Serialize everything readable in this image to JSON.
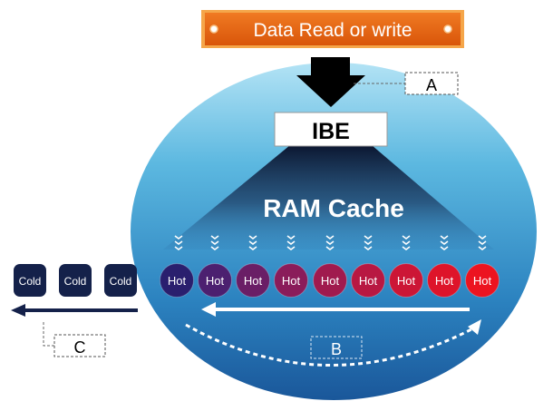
{
  "banner": {
    "label": "Data Read or write"
  },
  "ibe": {
    "label": "IBE"
  },
  "cache": {
    "label": "RAM Cache"
  },
  "hot_items": [
    "Hot",
    "Hot",
    "Hot",
    "Hot",
    "Hot",
    "Hot",
    "Hot",
    "Hot",
    "Hot"
  ],
  "cold_items": [
    "Cold",
    "Cold",
    "Cold"
  ],
  "callouts": {
    "a": "A",
    "b": "B",
    "c": "C"
  },
  "colors": {
    "banner_orange": "#e8620e",
    "banner_border": "#f5a64a",
    "ellipse_top": "#aee1f4",
    "ellipse_bottom": "#1a5d9c",
    "cold_box": "#14214a",
    "arrow_navy": "#14214a",
    "hot_gradient": [
      "#2a1f6e",
      "#4c2070",
      "#6a1e66",
      "#8a1c5a",
      "#a01a4e",
      "#b81842",
      "#cc1636",
      "#de142a",
      "#ec1420"
    ]
  }
}
